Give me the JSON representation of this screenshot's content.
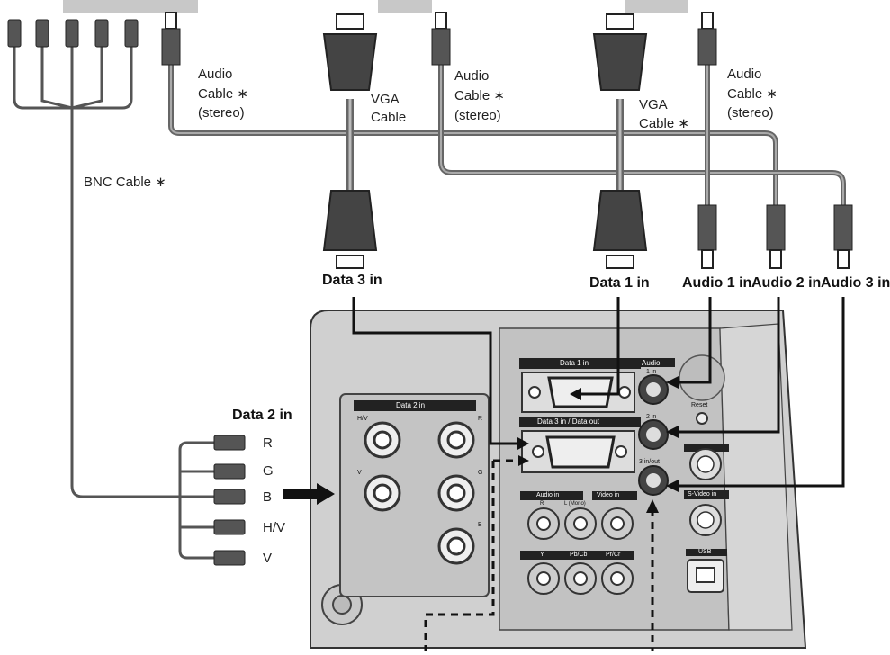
{
  "cables": {
    "audio_left": {
      "line1": "Audio",
      "line2": "Cable ∗",
      "line3": "(stereo)"
    },
    "audio_mid": {
      "line1": "Audio",
      "line2": "Cable ∗",
      "line3": "(stereo)"
    },
    "audio_right": {
      "line1": "Audio",
      "line2": "Cable ∗",
      "line3": "(stereo)"
    },
    "vga_left": {
      "line1": "VGA",
      "line2": "Cable"
    },
    "vga_right": {
      "line1": "VGA",
      "line2": "Cable ∗"
    },
    "bnc": "BNC Cable ∗"
  },
  "connectors": {
    "data3_in": "Data 3 in",
    "data1_in": "Data 1 in",
    "audio1_in": "Audio 1 in",
    "audio2_in": "Audio 2 in",
    "audio3_in": "Audio 3 in",
    "data2_in": "Data 2 in"
  },
  "bnc_plugs": [
    "R",
    "G",
    "B",
    "H/V",
    "V"
  ],
  "panel": {
    "data1_label": "Data 1 in",
    "data3_label": "Data 3 in / Data out",
    "data2_label": "Data 2 in",
    "audio_label": "Audio",
    "audio_1in": "1 in",
    "audio_2in": "2 in",
    "audio_3inout": "3 in/out",
    "reset": "Reset",
    "audio_in": "Audio in",
    "video_in": "Video in",
    "s_video_in": "S-Video in",
    "usb": "USB",
    "r_label": "R",
    "l_mono": "L (Mono)",
    "y_label": "Y",
    "pb_cb": "Pb/Cb",
    "pr_cr": "Pr/Cr",
    "bnc_hv": "H/V",
    "bnc_v": "V",
    "bnc_r": "R",
    "bnc_g": "G",
    "bnc_b": "B"
  }
}
